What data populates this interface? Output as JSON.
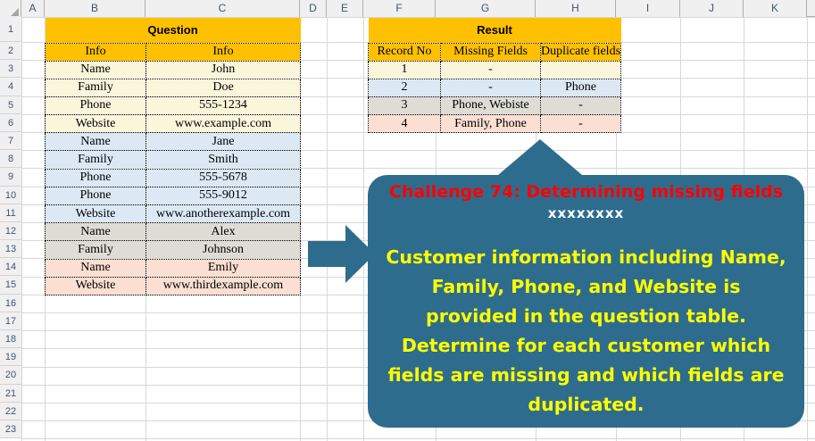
{
  "spreadsheet": {
    "column_headers": [
      "A",
      "B",
      "C",
      "D",
      "E",
      "F",
      "G",
      "H",
      "I",
      "J",
      "K"
    ],
    "row_headers": [
      "1",
      "2",
      "3",
      "4",
      "5",
      "6",
      "7",
      "8",
      "9",
      "10",
      "11",
      "12",
      "13",
      "14",
      "15",
      "16",
      "17",
      "18",
      "19",
      "20",
      "21",
      "22",
      "23"
    ]
  },
  "question_table": {
    "banner": "Question",
    "headers": [
      "Info",
      "Info"
    ],
    "rows": [
      {
        "field": "Name",
        "value": "John",
        "group": "cream"
      },
      {
        "field": "Family",
        "value": "Doe",
        "group": "cream"
      },
      {
        "field": "Phone",
        "value": "555-1234",
        "group": "cream"
      },
      {
        "field": "Website",
        "value": "www.example.com",
        "group": "cream"
      },
      {
        "field": "Name",
        "value": "Jane",
        "group": "blue"
      },
      {
        "field": "Family",
        "value": "Smith",
        "group": "blue"
      },
      {
        "field": "Phone",
        "value": "555-5678",
        "group": "blue"
      },
      {
        "field": "Phone",
        "value": "555-9012",
        "group": "blue"
      },
      {
        "field": "Website",
        "value": "www.anotherexample.com",
        "group": "blue"
      },
      {
        "field": "Name",
        "value": "Alex",
        "group": "gray"
      },
      {
        "field": "Family",
        "value": "Johnson",
        "group": "gray"
      },
      {
        "field": "Name",
        "value": "Emily",
        "group": "pink"
      },
      {
        "field": "Website",
        "value": "www.thirdexample.com",
        "group": "pink"
      }
    ]
  },
  "result_table": {
    "banner": "Result",
    "headers": [
      "Record No",
      "Missing Fields",
      "Duplicate fields"
    ],
    "rows": [
      {
        "record_no": "1",
        "missing_fields": "-",
        "duplicate_fields": "",
        "group": "cream"
      },
      {
        "record_no": "2",
        "missing_fields": "-",
        "duplicate_fields": "Phone",
        "group": "blue"
      },
      {
        "record_no": "3",
        "missing_fields": "Phone, Webiste",
        "duplicate_fields": "-",
        "group": "gray"
      },
      {
        "record_no": "4",
        "missing_fields": "Family, Phone",
        "duplicate_fields": "-",
        "group": "pink"
      }
    ]
  },
  "callout": {
    "title": "Challenge 74: Determining missing fields",
    "subtitle": "xxxxxxxx",
    "body": "Customer information including Name, Family, Phone, and Website is provided in the question table. Determine for each customer which fields are missing and which fields are duplicated."
  },
  "colors": {
    "banner_fill": "#FFC000",
    "group_cream": "#FAF6DC",
    "group_blue": "#DCE9F4",
    "group_gray": "#DDDDD6",
    "group_pink": "#FBDFD3",
    "callout_fill": "#2E6C8E",
    "callout_title_color": "#FF0000",
    "callout_body_color": "#FFFF00",
    "callout_subtitle_color": "#FFFFFF",
    "arrow_fill": "#2E6C8E"
  },
  "arrows": {
    "right_arrow": "right-arrow",
    "up_arrow": "up-arrow"
  }
}
